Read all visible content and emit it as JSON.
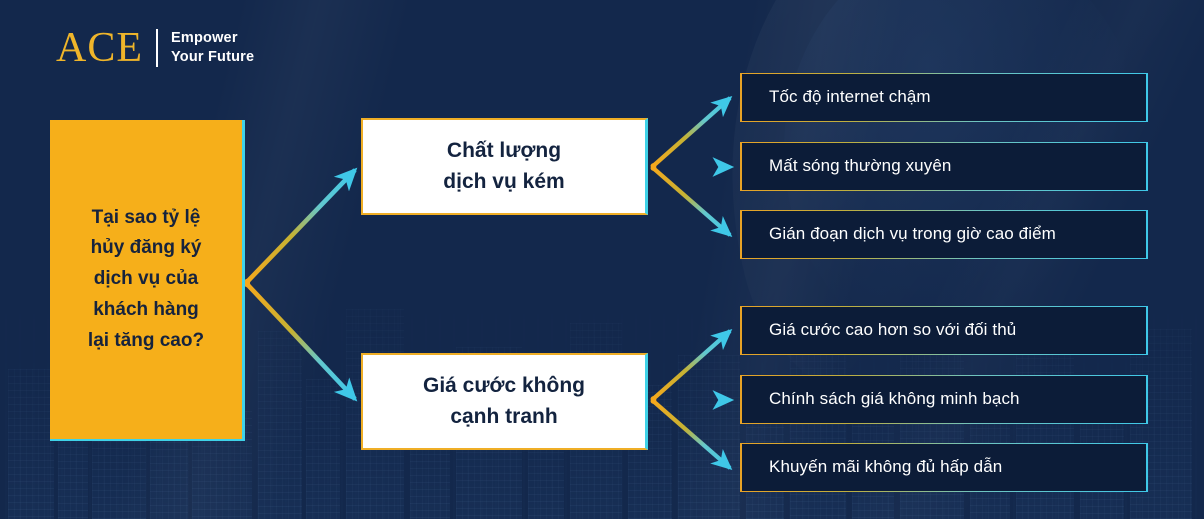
{
  "brand": {
    "name": "ACE",
    "tagline_line1": "Empower",
    "tagline_line2": "Your Future",
    "gold": "#EFB52A",
    "cyan": "#3FD2E8",
    "navy": "#13284c"
  },
  "diagram": {
    "type": "fishbone-tree",
    "root": {
      "text": "Tại sao tỷ lệ\nhủy đăng ký\ndịch vụ của\nkhách hàng\nlại tăng cao?",
      "fill": "#F6AF1A",
      "text_color": "#16233d"
    },
    "branches": [
      {
        "id": "branch-service-quality",
        "label": "Chất lượng\ndịch vụ kém",
        "fill": "#ffffff",
        "text_color": "#13233f",
        "causes": [
          {
            "id": "cause-slow-internet",
            "label": "Tốc độ internet chậm"
          },
          {
            "id": "cause-signal-loss",
            "label": "Mất sóng thường xuyên"
          },
          {
            "id": "cause-peak-outage",
            "label": "Gián đoạn dịch vụ trong giờ cao điểm"
          }
        ]
      },
      {
        "id": "branch-uncompetitive-price",
        "label": "Giá cước không\ncạnh tranh",
        "fill": "#ffffff",
        "text_color": "#13233f",
        "causes": [
          {
            "id": "cause-higher-price",
            "label": "Giá cước cao hơn so với đối thủ"
          },
          {
            "id": "cause-opaque-pricing",
            "label": "Chính sách giá không minh bạch"
          },
          {
            "id": "cause-weak-promotions",
            "label": "Khuyến mãi không đủ hấp dẫn"
          }
        ]
      }
    ],
    "connector": {
      "style": "gradient-arrow",
      "from_color": "#F5A81C",
      "to_color": "#3FC8E8"
    }
  }
}
